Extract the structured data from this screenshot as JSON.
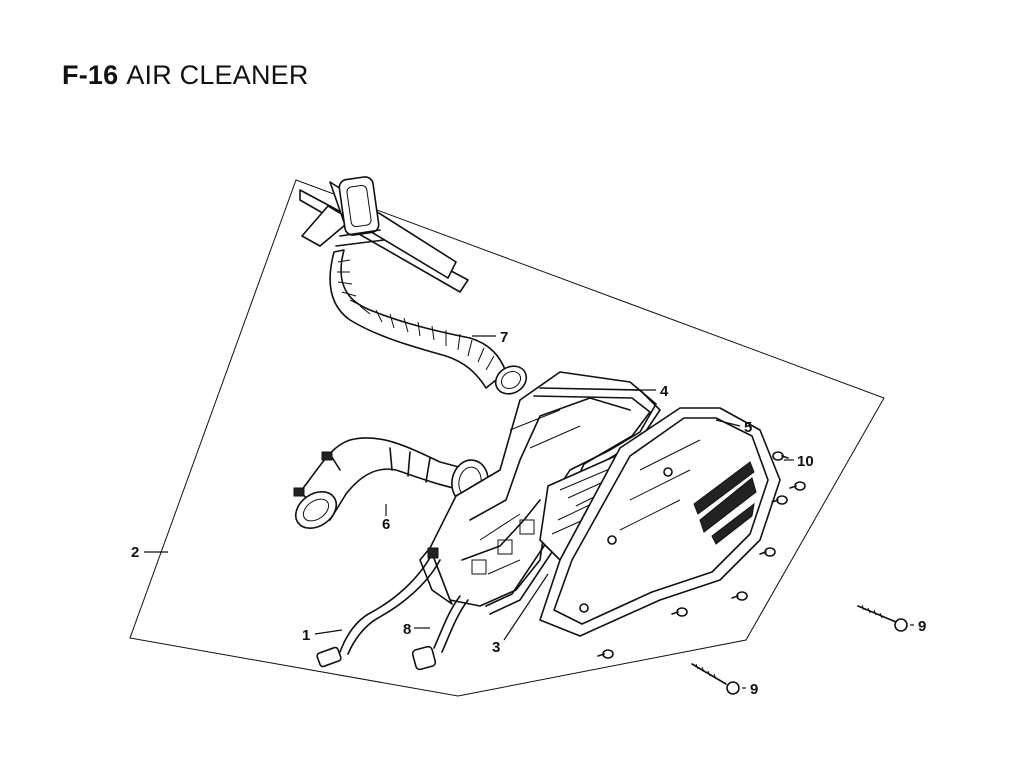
{
  "title": {
    "code": "F-16",
    "name": "AIR CLEANER"
  },
  "callouts": [
    "1",
    "2",
    "3",
    "4",
    "5",
    "6",
    "7",
    "8",
    "9",
    "9",
    "10"
  ]
}
